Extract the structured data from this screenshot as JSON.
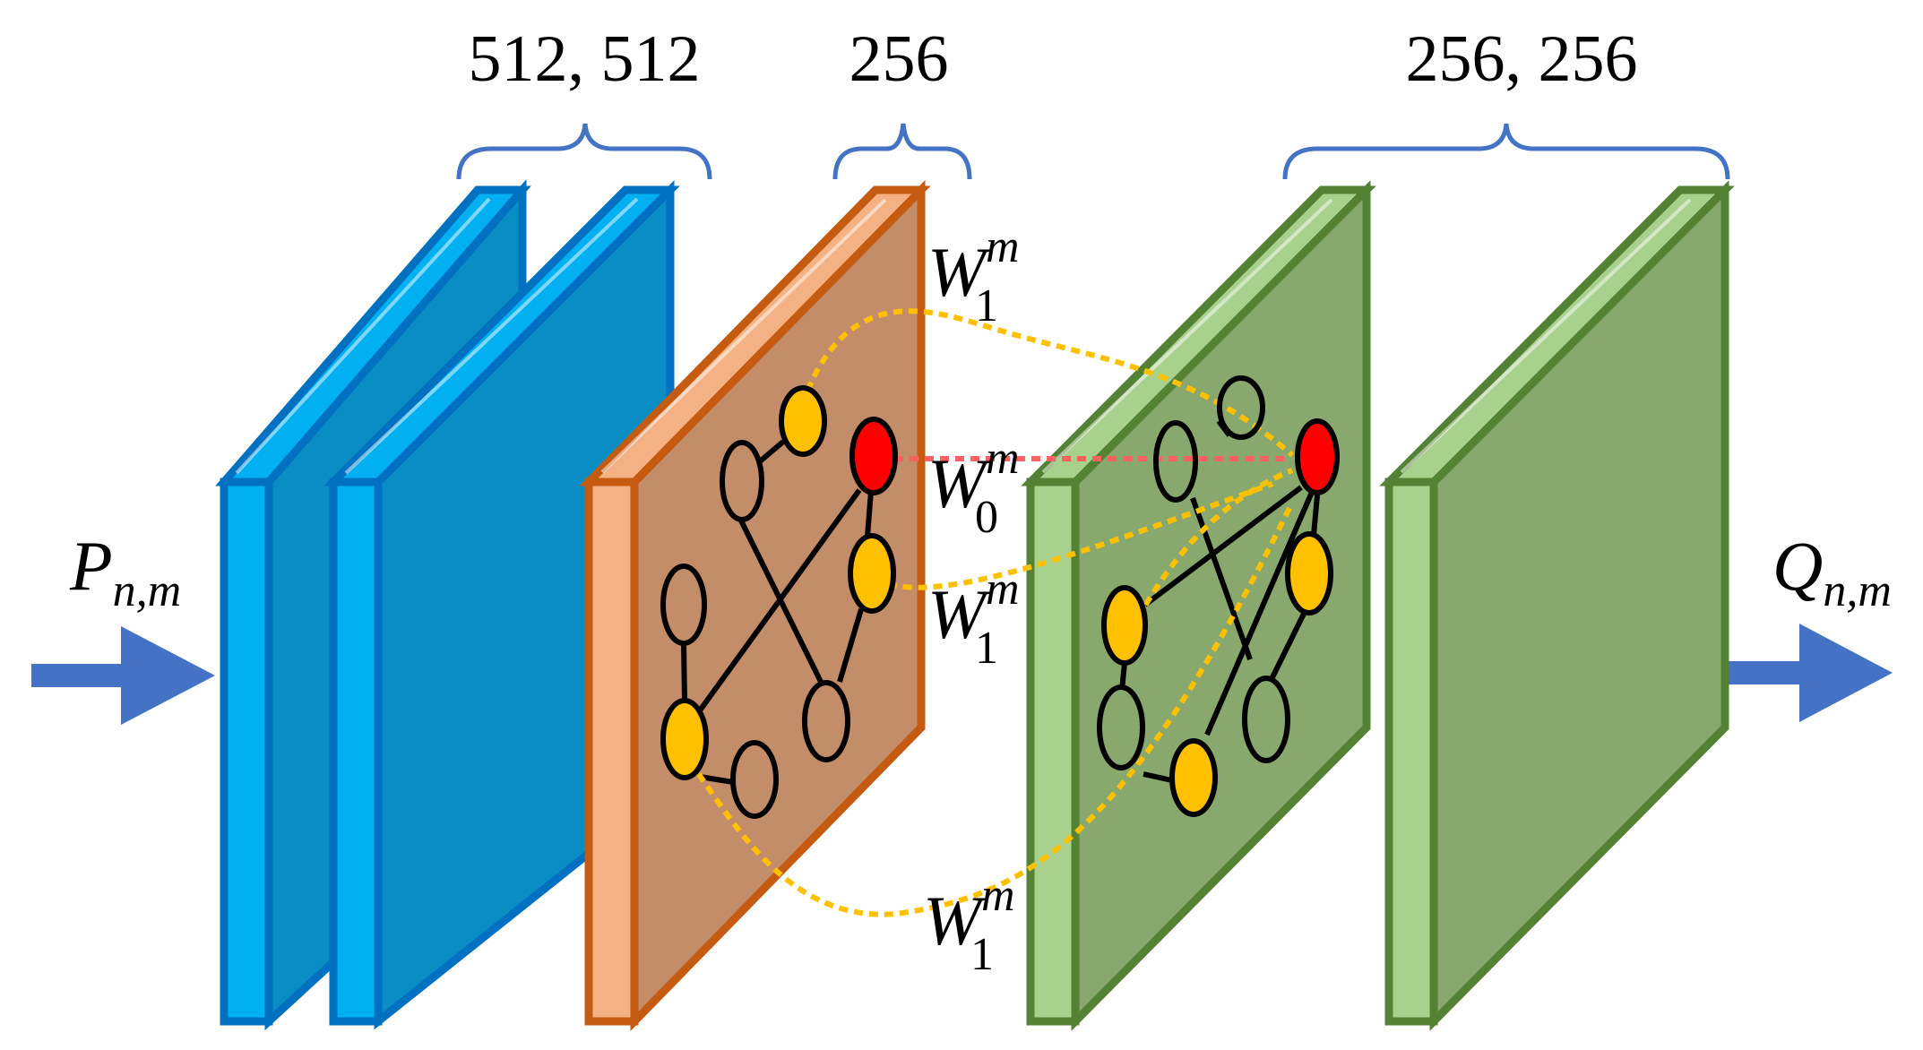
{
  "labels": {
    "input": {
      "base": "P",
      "sub": "n,m"
    },
    "output": {
      "base": "Q",
      "sub": "n,m"
    },
    "groups": [
      "512, 512",
      "256",
      "256, 256"
    ],
    "weights": [
      {
        "base": "W",
        "sub": "1",
        "sup": "m"
      },
      {
        "base": "W",
        "sub": "0",
        "sup": "m"
      },
      {
        "base": "W",
        "sub": "1",
        "sup": "m"
      },
      {
        "base": "W",
        "sub": "1",
        "sup": "m"
      }
    ]
  },
  "colors": {
    "blue_face": "#0A8DC4",
    "blue_edge": "#0070C0",
    "blue_side": "#00B0F0",
    "orange_face": "#C48D6A",
    "orange_edge": "#C55A11",
    "orange_side": "#F4B183",
    "green_face": "#88A86E",
    "green_edge": "#548235",
    "green_side": "#A9D18E",
    "brace": "#4472C4",
    "arrow": "#4472C4",
    "node_highlight": "#FFC000",
    "node_center": "#FF0000",
    "edge_dotted_yellow": "#FFC000",
    "edge_dotted_red": "#FF6060"
  }
}
